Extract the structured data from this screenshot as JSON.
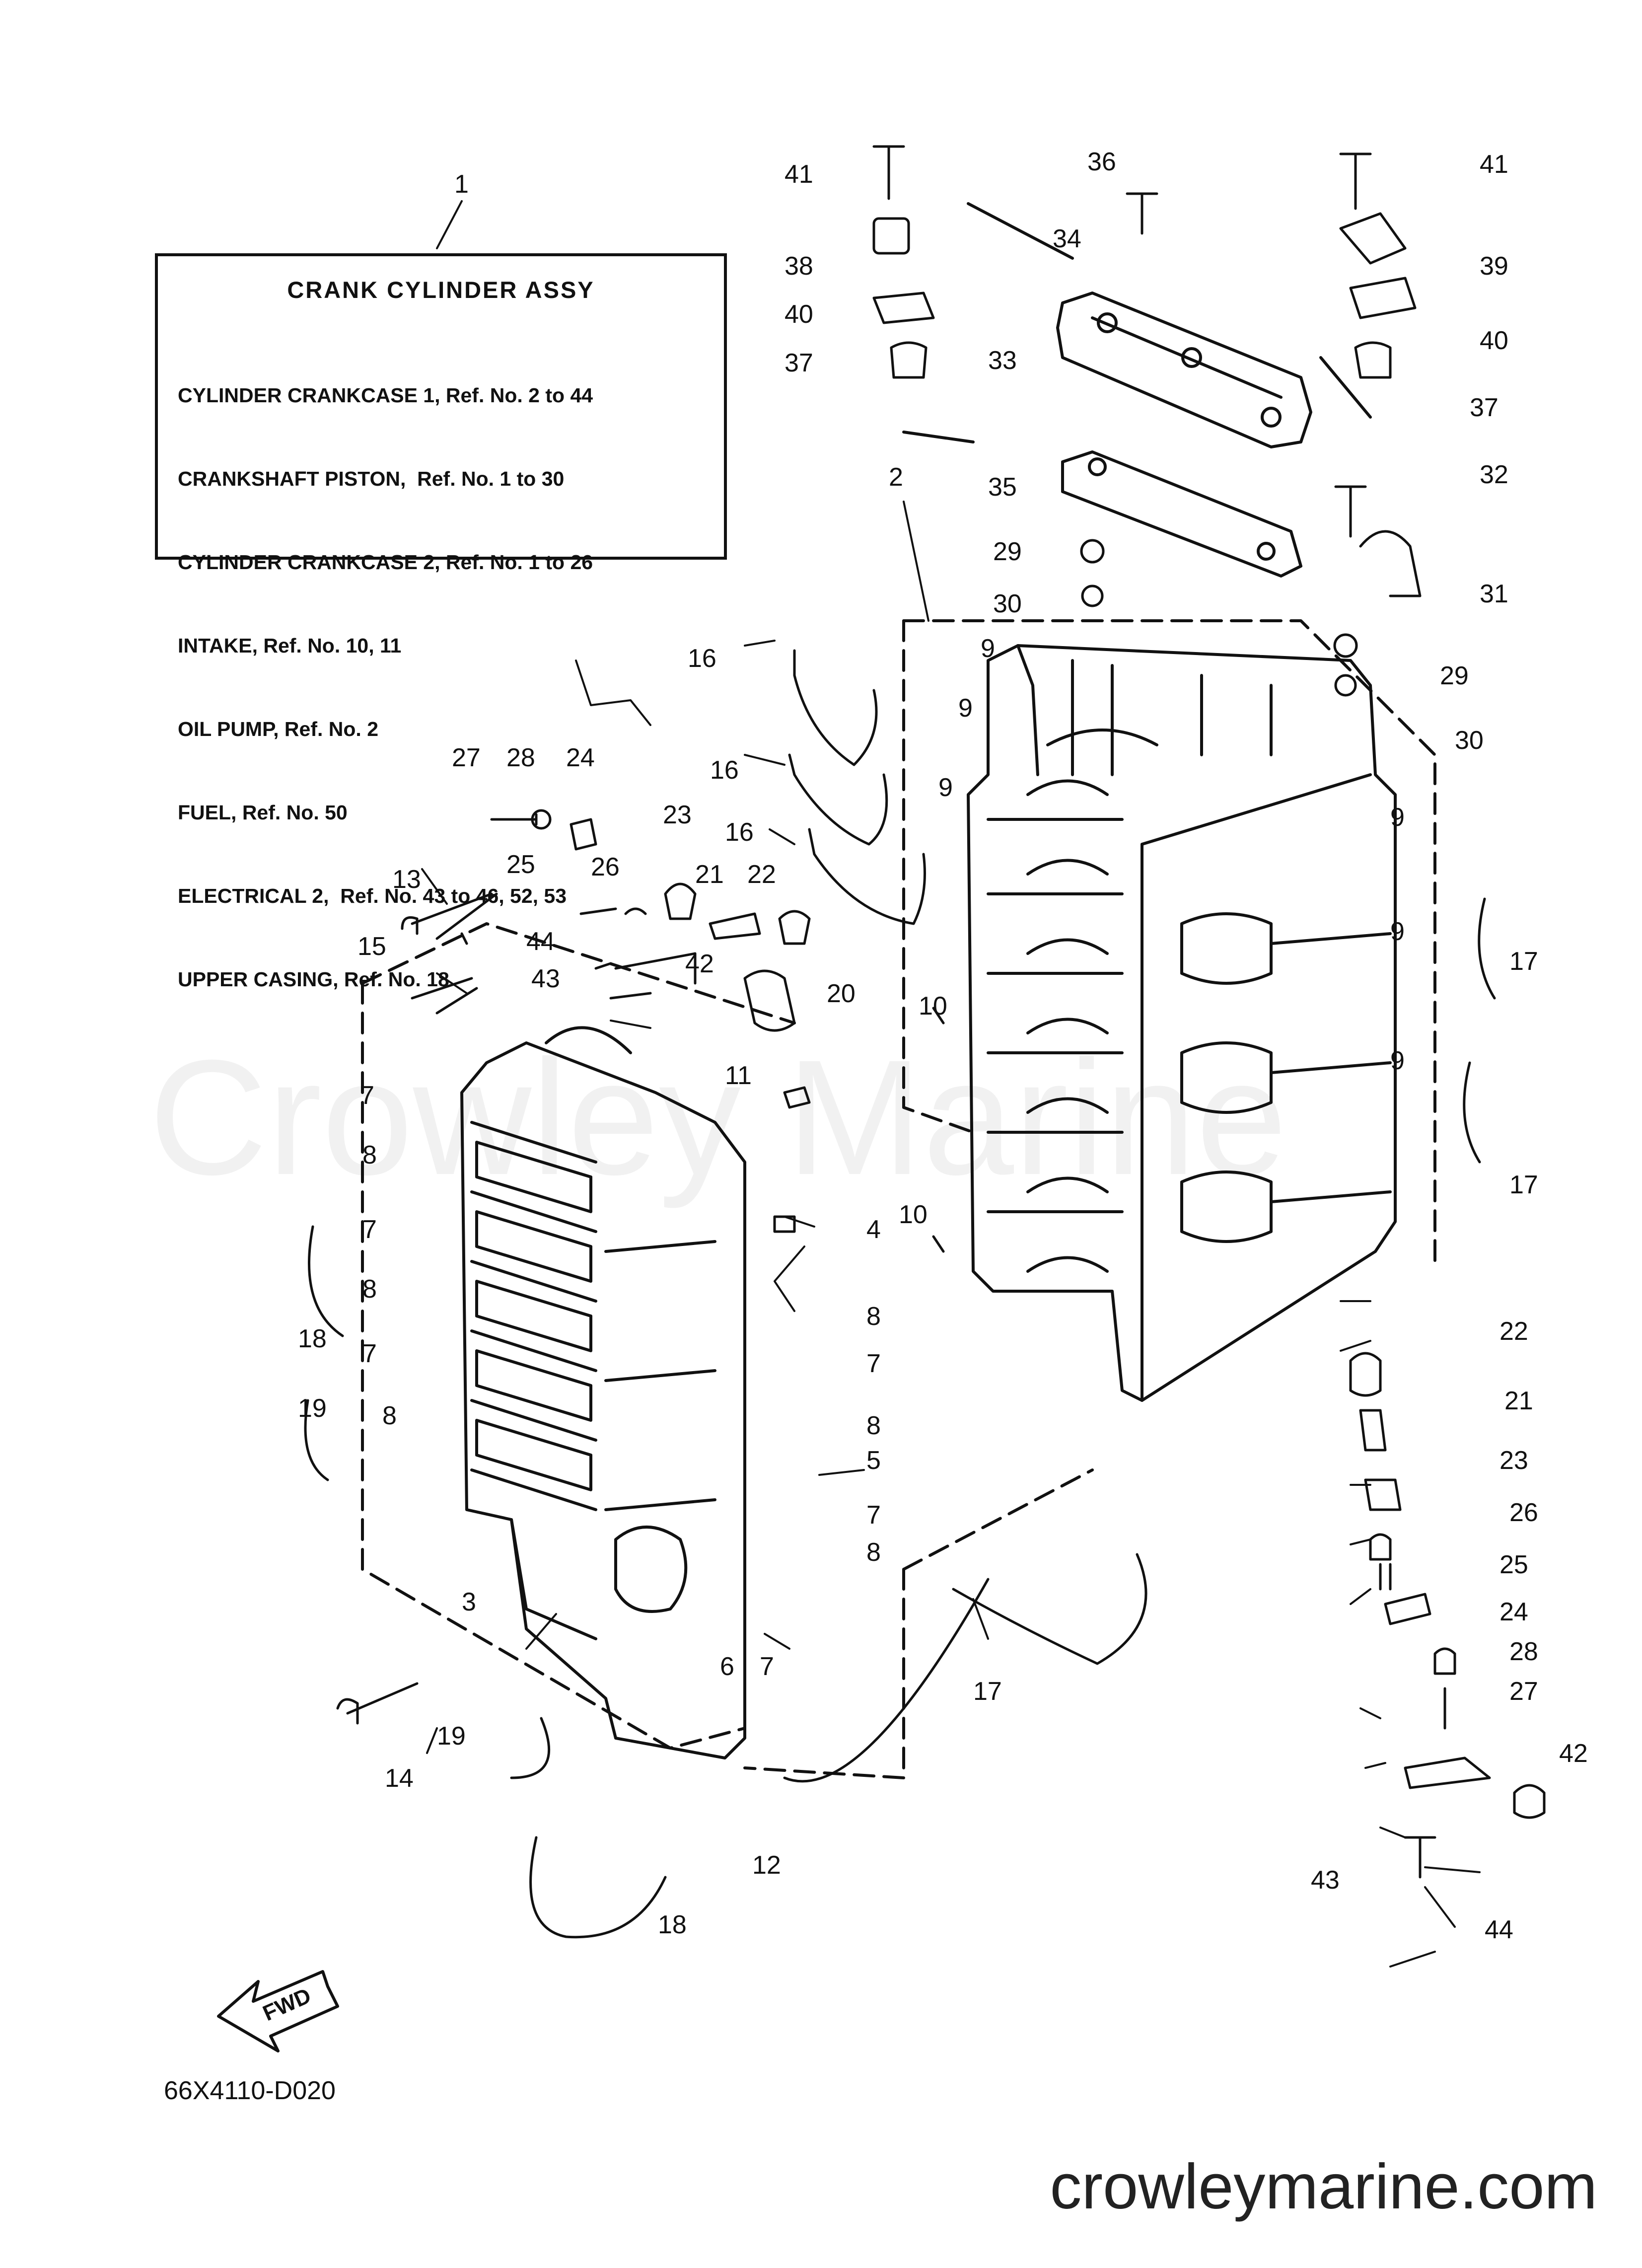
{
  "diagram_code": "66X4110-D020",
  "watermark": "Crowley Marine",
  "site_url": "crowleymarine.com",
  "fwd_label": "FWD",
  "assy_box": {
    "title": "CRANK  CYLINDER  ASSY",
    "lines": [
      "CYLINDER CRANKCASE 1, Ref. No. 2 to 44",
      "CRANKSHAFT PISTON,  Ref. No. 1 to 30",
      "CYLINDER CRANKCASE 2, Ref. No. 1 to 26",
      "INTAKE, Ref. No. 10, 11",
      "OIL PUMP, Ref. No. 2",
      "FUEL, Ref. No. 50",
      "ELECTRICAL 2,  Ref. No. 43 to 46, 52, 53",
      "UPPER CASING, Ref. No. 18"
    ]
  },
  "callouts": [
    {
      "id": "c1",
      "label": "1"
    },
    {
      "id": "c2",
      "label": "2"
    },
    {
      "id": "c3",
      "label": "3"
    },
    {
      "id": "c4",
      "label": "4"
    },
    {
      "id": "c5",
      "label": "5"
    },
    {
      "id": "c6",
      "label": "6"
    },
    {
      "id": "c7a",
      "label": "7"
    },
    {
      "id": "c7b",
      "label": "7"
    },
    {
      "id": "c7c",
      "label": "7"
    },
    {
      "id": "c7d",
      "label": "7"
    },
    {
      "id": "c7e",
      "label": "7"
    },
    {
      "id": "c7f",
      "label": "7"
    },
    {
      "id": "c8a",
      "label": "8"
    },
    {
      "id": "c8b",
      "label": "8"
    },
    {
      "id": "c8c",
      "label": "8"
    },
    {
      "id": "c8d",
      "label": "8"
    },
    {
      "id": "c8e",
      "label": "8"
    },
    {
      "id": "c8f",
      "label": "8"
    },
    {
      "id": "c9a",
      "label": "9"
    },
    {
      "id": "c9b",
      "label": "9"
    },
    {
      "id": "c9c",
      "label": "9"
    },
    {
      "id": "c9d",
      "label": "9"
    },
    {
      "id": "c9e",
      "label": "9"
    },
    {
      "id": "c9f",
      "label": "9"
    },
    {
      "id": "c10a",
      "label": "10"
    },
    {
      "id": "c10b",
      "label": "10"
    },
    {
      "id": "c11",
      "label": "11"
    },
    {
      "id": "c12",
      "label": "12"
    },
    {
      "id": "c13",
      "label": "13"
    },
    {
      "id": "c14",
      "label": "14"
    },
    {
      "id": "c15",
      "label": "15"
    },
    {
      "id": "c16a",
      "label": "16"
    },
    {
      "id": "c16b",
      "label": "16"
    },
    {
      "id": "c16c",
      "label": "16"
    },
    {
      "id": "c17a",
      "label": "17"
    },
    {
      "id": "c17b",
      "label": "17"
    },
    {
      "id": "c17c",
      "label": "17"
    },
    {
      "id": "c18a",
      "label": "18"
    },
    {
      "id": "c18b",
      "label": "18"
    },
    {
      "id": "c19a",
      "label": "19"
    },
    {
      "id": "c19b",
      "label": "19"
    },
    {
      "id": "c20",
      "label": "20"
    },
    {
      "id": "c21a",
      "label": "21"
    },
    {
      "id": "c21b",
      "label": "21"
    },
    {
      "id": "c22a",
      "label": "22"
    },
    {
      "id": "c22b",
      "label": "22"
    },
    {
      "id": "c23a",
      "label": "23"
    },
    {
      "id": "c23b",
      "label": "23"
    },
    {
      "id": "c24a",
      "label": "24"
    },
    {
      "id": "c24b",
      "label": "24"
    },
    {
      "id": "c25a",
      "label": "25"
    },
    {
      "id": "c25b",
      "label": "25"
    },
    {
      "id": "c26a",
      "label": "26"
    },
    {
      "id": "c26b",
      "label": "26"
    },
    {
      "id": "c27a",
      "label": "27"
    },
    {
      "id": "c27b",
      "label": "27"
    },
    {
      "id": "c28a",
      "label": "28"
    },
    {
      "id": "c28b",
      "label": "28"
    },
    {
      "id": "c29a",
      "label": "29"
    },
    {
      "id": "c29b",
      "label": "29"
    },
    {
      "id": "c30a",
      "label": "30"
    },
    {
      "id": "c30b",
      "label": "30"
    },
    {
      "id": "c31",
      "label": "31"
    },
    {
      "id": "c32",
      "label": "32"
    },
    {
      "id": "c33",
      "label": "33"
    },
    {
      "id": "c34",
      "label": "34"
    },
    {
      "id": "c35",
      "label": "35"
    },
    {
      "id": "c36",
      "label": "36"
    },
    {
      "id": "c37a",
      "label": "37"
    },
    {
      "id": "c37b",
      "label": "37"
    },
    {
      "id": "c38",
      "label": "38"
    },
    {
      "id": "c39",
      "label": "39"
    },
    {
      "id": "c40a",
      "label": "40"
    },
    {
      "id": "c40b",
      "label": "40"
    },
    {
      "id": "c41a",
      "label": "41"
    },
    {
      "id": "c41b",
      "label": "41"
    },
    {
      "id": "c42a",
      "label": "42"
    },
    {
      "id": "c42b",
      "label": "42"
    },
    {
      "id": "c43a",
      "label": "43"
    },
    {
      "id": "c43b",
      "label": "43"
    },
    {
      "id": "c44a",
      "label": "44"
    },
    {
      "id": "c44b",
      "label": "44"
    }
  ]
}
